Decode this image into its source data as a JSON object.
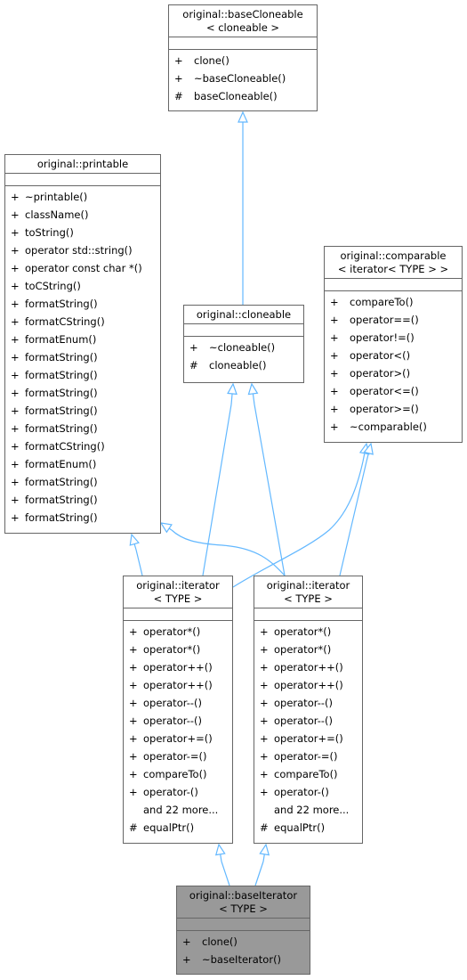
{
  "nodes": {
    "baseCloneable": {
      "title": [
        "original::baseCloneable",
        "< cloneable >"
      ],
      "members": [
        {
          "vis": "+",
          "name": "clone()"
        },
        {
          "vis": "+",
          "name": "~baseCloneable()"
        },
        {
          "vis": "#",
          "name": "baseCloneable()"
        }
      ]
    },
    "printable": {
      "title": [
        "original::printable"
      ],
      "members": [
        {
          "vis": "+",
          "name": "~printable()"
        },
        {
          "vis": "+",
          "name": "className()"
        },
        {
          "vis": "+",
          "name": "toString()"
        },
        {
          "vis": "+",
          "name": "operator std::string()"
        },
        {
          "vis": "+",
          "name": "operator const char *()"
        },
        {
          "vis": "+",
          "name": "toCString()"
        },
        {
          "vis": "+",
          "name": "formatString()"
        },
        {
          "vis": "+",
          "name": "formatCString()"
        },
        {
          "vis": "+",
          "name": "formatEnum()"
        },
        {
          "vis": "+",
          "name": "formatString()"
        },
        {
          "vis": "+",
          "name": "formatString()"
        },
        {
          "vis": "+",
          "name": "formatString()"
        },
        {
          "vis": "+",
          "name": "formatString()"
        },
        {
          "vis": "+",
          "name": "formatString()"
        },
        {
          "vis": "+",
          "name": "formatCString()"
        },
        {
          "vis": "+",
          "name": "formatEnum()"
        },
        {
          "vis": "+",
          "name": "formatString()"
        },
        {
          "vis": "+",
          "name": "formatString()"
        },
        {
          "vis": "+",
          "name": "formatString()"
        }
      ]
    },
    "cloneable": {
      "title": [
        "original::cloneable"
      ],
      "members": [
        {
          "vis": "+",
          "name": "~cloneable()"
        },
        {
          "vis": "#",
          "name": "cloneable()"
        }
      ]
    },
    "comparable": {
      "title": [
        "original::comparable",
        "< iterator< TYPE > >"
      ],
      "members": [
        {
          "vis": "+",
          "name": "compareTo()"
        },
        {
          "vis": "+",
          "name": "operator==()"
        },
        {
          "vis": "+",
          "name": "operator!=()"
        },
        {
          "vis": "+",
          "name": "operator<()"
        },
        {
          "vis": "+",
          "name": "operator>()"
        },
        {
          "vis": "+",
          "name": "operator<=()"
        },
        {
          "vis": "+",
          "name": "operator>=()"
        },
        {
          "vis": "+",
          "name": "~comparable()"
        }
      ]
    },
    "iterator1": {
      "title": [
        "original::iterator",
        "< TYPE >"
      ],
      "members": [
        {
          "vis": "+",
          "name": "operator*()"
        },
        {
          "vis": "+",
          "name": "operator*()"
        },
        {
          "vis": "+",
          "name": "operator++()"
        },
        {
          "vis": "+",
          "name": "operator++()"
        },
        {
          "vis": "+",
          "name": "operator--()"
        },
        {
          "vis": "+",
          "name": "operator--()"
        },
        {
          "vis": "+",
          "name": "operator+=()"
        },
        {
          "vis": "+",
          "name": "operator-=()"
        },
        {
          "vis": "+",
          "name": "compareTo()"
        },
        {
          "vis": "+",
          "name": "operator-()"
        },
        {
          "vis": "",
          "name": "and 22 more..."
        },
        {
          "vis": "#",
          "name": "equalPtr()"
        }
      ]
    },
    "iterator2": {
      "title": [
        "original::iterator",
        "< TYPE >"
      ],
      "members": [
        {
          "vis": "+",
          "name": "operator*()"
        },
        {
          "vis": "+",
          "name": "operator*()"
        },
        {
          "vis": "+",
          "name": "operator++()"
        },
        {
          "vis": "+",
          "name": "operator++()"
        },
        {
          "vis": "+",
          "name": "operator--()"
        },
        {
          "vis": "+",
          "name": "operator--()"
        },
        {
          "vis": "+",
          "name": "operator+=()"
        },
        {
          "vis": "+",
          "name": "operator-=()"
        },
        {
          "vis": "+",
          "name": "compareTo()"
        },
        {
          "vis": "+",
          "name": "operator-()"
        },
        {
          "vis": "",
          "name": "and 22 more..."
        },
        {
          "vis": "#",
          "name": "equalPtr()"
        }
      ]
    },
    "baseIterator": {
      "title": [
        "original::baseIterator",
        "< TYPE >"
      ],
      "members": [
        {
          "vis": "+",
          "name": "clone()"
        },
        {
          "vis": "+",
          "name": "~baseIterator()"
        }
      ]
    }
  },
  "colors": {
    "edge": "#63b8ff",
    "border": "#666666",
    "highlight_fill": "#999999"
  }
}
